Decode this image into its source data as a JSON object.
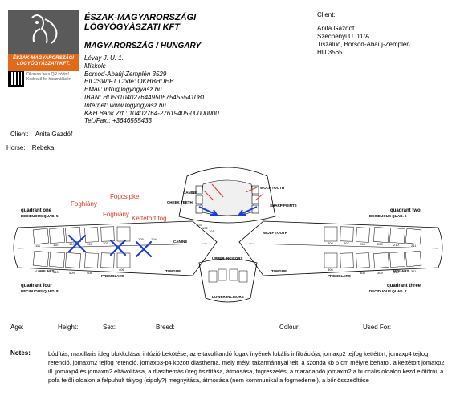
{
  "header": {
    "company_lines": [
      "ÉSZAK-MAGYARORSZÁGI",
      "LÓGYÓGYÁSZATI KFT"
    ],
    "logo_band_text": "ÉSZAK-MAGYARORSZÁGI LÓGYÓGYÁSZATI KFT.",
    "qr_note": "Olvassa be a QR kódot! Kedvező fel használásért",
    "country": "MAGYARORSZÁG / HUNGARY",
    "address_lines": [
      "Lévay J. U. 1.",
      "Miskolc",
      "Borsod-Abaúj-Zemplén   3529",
      "BIC/SWIFT Code: OKHBHUHB",
      "EMail: info@logyogyasz.hu",
      "IBAN: HU53104027644950575455541081",
      "Internet: www.logyogyasz.hu",
      "K&H Bank Zrt.: 10402764-27619405-00000000",
      "Tel./Fax.: +3646555433"
    ]
  },
  "client_box": {
    "label": "Client:",
    "lines": [
      "Anita Gazdóf",
      "Széchenyi U. 11/A",
      "Tiszalúc, Borsod-Abaúj-Zemplén",
      "HU   3565"
    ]
  },
  "client_row": {
    "label": "Client:",
    "value": "Anita Gazdóf"
  },
  "horse_row": {
    "label": "Horse:",
    "value": "Rebeka"
  },
  "dental_chart": {
    "quadrant_labels": {
      "q1": [
        "quadrant one",
        "DECIDUOUS QUAD. 5"
      ],
      "q2": [
        "quadrant two",
        "DECIDUOUS QUAD. 6"
      ],
      "q3": [
        "quadrant three",
        "DECIDUOUS QUAD. 7"
      ],
      "q4": [
        "quadrant four",
        "DECIDUOUS QUAD. 8"
      ]
    },
    "labels": {
      "canine_top": "CANINE",
      "wolf_top": "WOLF TOOTH",
      "cheek_teeth": "CHEEK TEETH",
      "sharp_points": "SHARP POINTS",
      "canine_mid": "CANINE",
      "wolf_mid": "WOLF TOOTH",
      "molars_l": "MOLARS",
      "premolars_l": "PREMOLARS",
      "tongue_l": "TONGUE",
      "tongue_r": "TONGUE",
      "premolars_r": "PREMOLARS",
      "molars_r": "MOLARS",
      "upper_incisors": "UPPER INCISORS",
      "lower_incisors": "LOWER INCISORS"
    },
    "tooth_numbers_upper_left": [
      "111",
      "110",
      "109",
      "108",
      "107",
      "106",
      "105",
      "104",
      "103",
      "102",
      "101"
    ],
    "tooth_numbers_lower_left": [
      "411",
      "410",
      "409",
      "408",
      "407",
      "406",
      "405",
      "404",
      "403",
      "402",
      "401"
    ],
    "tooth_numbers_upper_right": [
      "201",
      "202",
      "203",
      "204",
      "205",
      "206",
      "207",
      "208",
      "209",
      "210",
      "211"
    ],
    "tooth_numbers_lower_right": [
      "301",
      "302",
      "303",
      "304",
      "305",
      "306",
      "307",
      "308",
      "309",
      "310",
      "311"
    ],
    "annotations": [
      "Foghiány",
      "Fogcsipke",
      "Foghiány",
      "Kettétört fog"
    ]
  },
  "fields": {
    "age": "Age:",
    "height": "Height:",
    "sex": "Sex:",
    "breed": "Breed:",
    "colour": "Colour:",
    "used_for": "Used For:"
  },
  "notes": {
    "label": "Notes:",
    "text": "bódítás, maxillaris ideg blokkolása, infúzió bekötése, az eltávolítandó fogak ínyének lokális infiltrációja, jomaxp2 tejfog kettétört, jomaxp4 tejfog retenció, jomaxm2 tejfog retenció, jomaxp3-p4 között diasthema, mely mély, takarmánnyal telt, a szonda kb 5 cm mélyre behatol, a kettétört jomaxp2 ill. jomaxp4 és jomaxm2 eltávolítása, a diasthemás üreg tisztítása, átmosása, fogreszelés, a maradandó jomaxm2 a buccalis oldalon kezd előtörni, a pofa felőli oldalon a felpuhult tályog (sipoly?) megnyitása, átmosása (nem kommunikál a fogmederrel), a bőr összeöltése"
  },
  "colors": {
    "accent_orange": "#e26a1b",
    "annotation_red": "#e03a2a",
    "annotation_blue": "#1a3fd0"
  }
}
